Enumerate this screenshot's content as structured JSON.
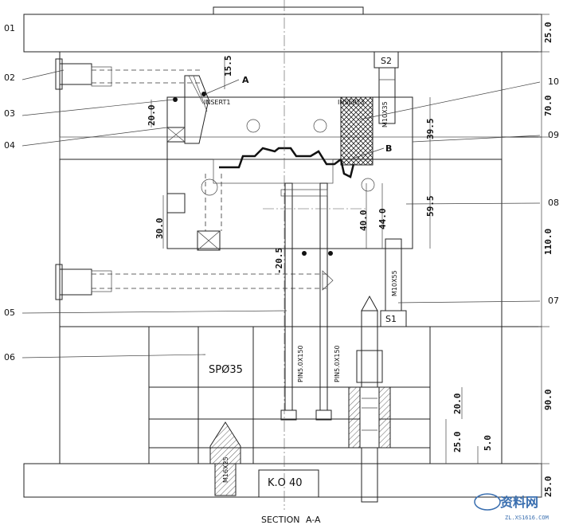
{
  "part_labels": {
    "p01": "01",
    "p02": "02",
    "p03": "03",
    "p04": "04",
    "p05": "05",
    "p06": "06",
    "p07": "07",
    "p08": "08",
    "p09": "09",
    "p10": "10"
  },
  "point_labels": {
    "a": "A",
    "b": "B"
  },
  "dimensions": {
    "d25_top": "25.0",
    "d70": "70.0",
    "d110": "110.0",
    "d90": "90.0",
    "d25_bottom": "25.0",
    "d15_5": "15.5",
    "d20_left": "20.0",
    "d30": "30.0",
    "d20_5": "-20.5",
    "d40": "40.0",
    "d44": "44.0",
    "d39_5": "39.5",
    "d59_5": "59.5",
    "d20_right": "20.0",
    "d25_small": "25.0",
    "d5": "5.0"
  },
  "inserts": {
    "insert1": "INSERT1",
    "insert3": "INSERT3"
  },
  "screws": {
    "s1": "S1",
    "s2": "S2",
    "m10_top": "M10X35",
    "m10_low": "M10X55",
    "m16": "M16X25"
  },
  "pins": {
    "pin1": "PIN5.0X150",
    "pin2": "PIN5.0X150"
  },
  "sprue": "SPØ35",
  "ko": "K.O 40",
  "caption": {
    "section": "SECTION",
    "aa": "A-A"
  },
  "watermark": {
    "text": "资料网",
    "url": "ZL.XS1616.COM"
  }
}
